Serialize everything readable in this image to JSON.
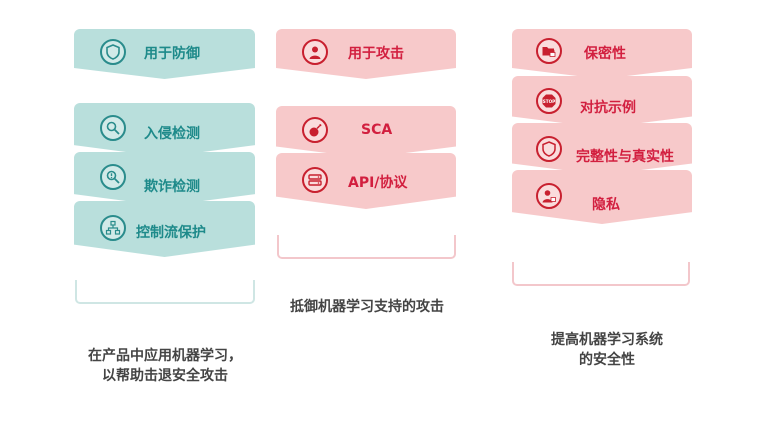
{
  "columns": [
    {
      "theme": "teal",
      "items": [
        {
          "label": "用于防御",
          "icon": "shield-icon"
        },
        {
          "label": "入侵检测",
          "icon": "magnifier-icon"
        },
        {
          "label": "欺诈检测",
          "icon": "magnifier-alert-icon"
        },
        {
          "label": "控制流保护",
          "icon": "network-icon"
        }
      ],
      "caption_line1": "在产品中应用机器学习，",
      "caption_line2": "以帮助击退安全攻击"
    },
    {
      "theme": "pink",
      "items": [
        {
          "label": "用于攻击",
          "icon": "hacker-icon"
        },
        {
          "label": "SCA",
          "icon": "bomb-icon"
        },
        {
          "label": "API/协议",
          "icon": "server-icon"
        }
      ],
      "caption_line1": "抵御机器学习支持的攻击"
    },
    {
      "theme": "pink",
      "items": [
        {
          "label": "保密性",
          "icon": "folder-lock-icon"
        },
        {
          "label": "对抗示例",
          "icon": "stop-sign-icon"
        },
        {
          "label": "完整性与真实性",
          "icon": "shield-check-icon"
        },
        {
          "label": "隐私",
          "icon": "user-lock-icon"
        }
      ],
      "caption_line1": "提高机器学习系统",
      "caption_line2": "的安全性"
    }
  ],
  "colors": {
    "teal_fill": "#b9dfdc",
    "teal_text": "#1e8a8a",
    "pink_fill": "#f7c9ca",
    "pink_text": "#d21f3f"
  }
}
